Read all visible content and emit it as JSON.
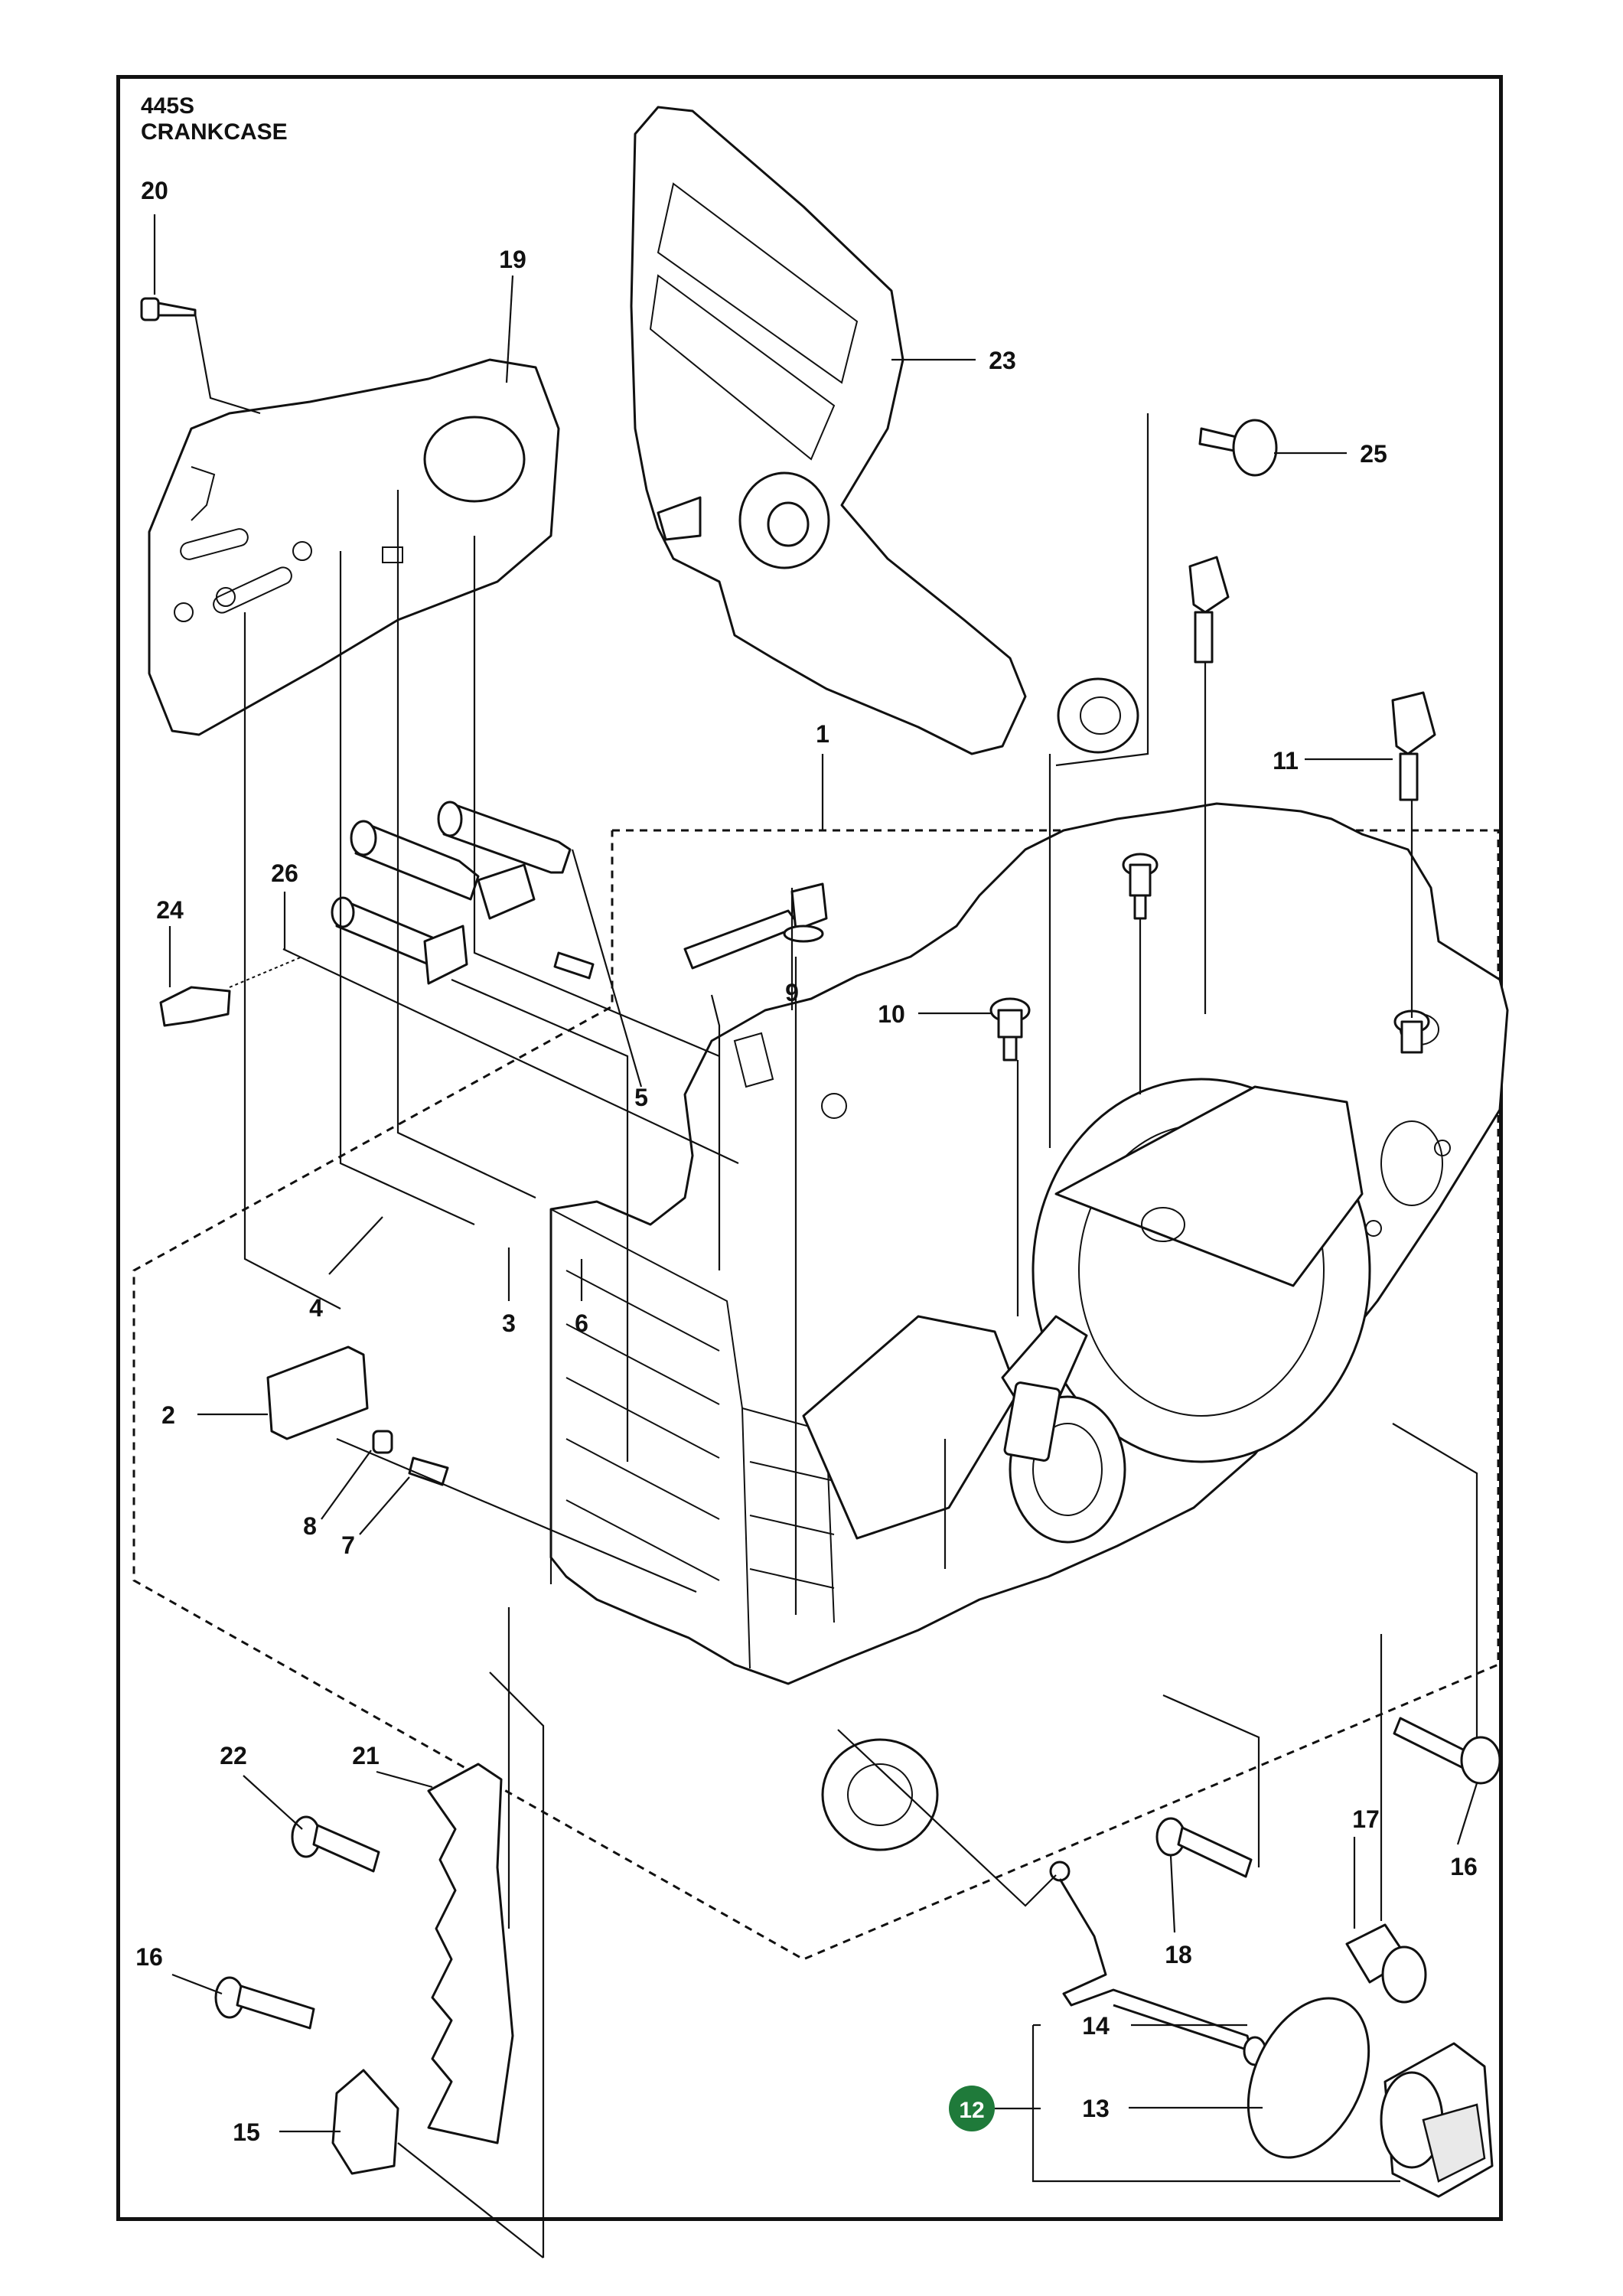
{
  "title": {
    "model": "445S",
    "section": "CRANKCASE"
  },
  "colors": {
    "line": "#111111",
    "background": "#ffffff",
    "highlight_badge": "#1f7a3a"
  },
  "callouts": [
    {
      "id": "c1",
      "label": "1"
    },
    {
      "id": "c2",
      "label": "2"
    },
    {
      "id": "c3",
      "label": "3"
    },
    {
      "id": "c4",
      "label": "4"
    },
    {
      "id": "c5",
      "label": "5"
    },
    {
      "id": "c6",
      "label": "6"
    },
    {
      "id": "c7",
      "label": "7"
    },
    {
      "id": "c8",
      "label": "8"
    },
    {
      "id": "c9",
      "label": "9"
    },
    {
      "id": "c10",
      "label": "10"
    },
    {
      "id": "c11",
      "label": "11"
    },
    {
      "id": "c12",
      "label": "12"
    },
    {
      "id": "c13",
      "label": "13"
    },
    {
      "id": "c14",
      "label": "14"
    },
    {
      "id": "c15",
      "label": "15"
    },
    {
      "id": "c16a",
      "label": "16"
    },
    {
      "id": "c16b",
      "label": "16"
    },
    {
      "id": "c17",
      "label": "17"
    },
    {
      "id": "c18",
      "label": "18"
    },
    {
      "id": "c19",
      "label": "19"
    },
    {
      "id": "c20",
      "label": "20"
    },
    {
      "id": "c21",
      "label": "21"
    },
    {
      "id": "c22",
      "label": "22"
    },
    {
      "id": "c23",
      "label": "23"
    },
    {
      "id": "c24",
      "label": "24"
    },
    {
      "id": "c25",
      "label": "25"
    },
    {
      "id": "c26",
      "label": "26"
    }
  ]
}
